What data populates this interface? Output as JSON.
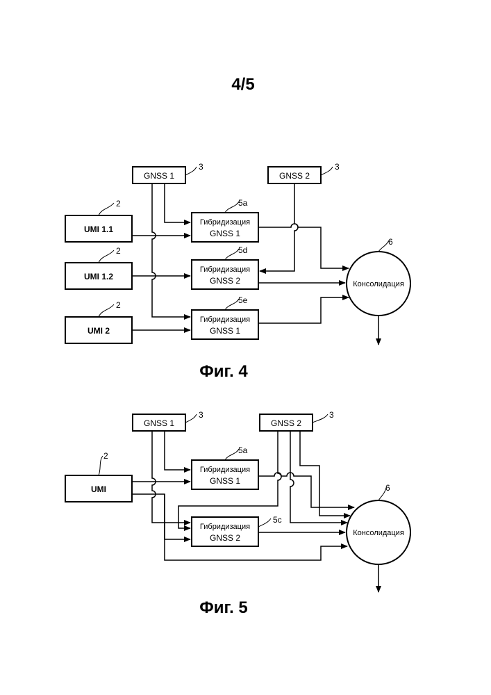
{
  "page_number": "4/5",
  "fig4": {
    "caption": "Фиг. 4",
    "gnss1": {
      "label": "GNSS 1",
      "ref": "3"
    },
    "gnss2": {
      "label": "GNSS 2",
      "ref": "3"
    },
    "umi11": {
      "label": "UMI 1.1",
      "ref": "2"
    },
    "umi12": {
      "label": "UMI 1.2",
      "ref": "2"
    },
    "umi2": {
      "label": "UMI 2",
      "ref": "2"
    },
    "hyb_a": {
      "line1": "Гибридизация",
      "line2": "GNSS 1",
      "ref": "5a"
    },
    "hyb_d": {
      "line1": "Гибридизация",
      "line2": "GNSS 2",
      "ref": "5d"
    },
    "hyb_e": {
      "line1": "Гибридизация",
      "line2": "GNSS 1",
      "ref": "5e"
    },
    "consolidation": {
      "label": "Консолидация",
      "ref": "6"
    }
  },
  "fig5": {
    "caption": "Фиг. 5",
    "gnss1": {
      "label": "GNSS 1",
      "ref": "3"
    },
    "gnss2": {
      "label": "GNSS 2",
      "ref": "3"
    },
    "umi": {
      "label": "UMI",
      "ref": "2"
    },
    "hyb_a": {
      "line1": "Гибридизация",
      "line2": "GNSS 1",
      "ref": "5a"
    },
    "hyb_c": {
      "line1": "Гибридизация",
      "line2": "GNSS 2",
      "ref": "5c"
    },
    "consolidation": {
      "label": "Консолидация",
      "ref": "6"
    }
  }
}
